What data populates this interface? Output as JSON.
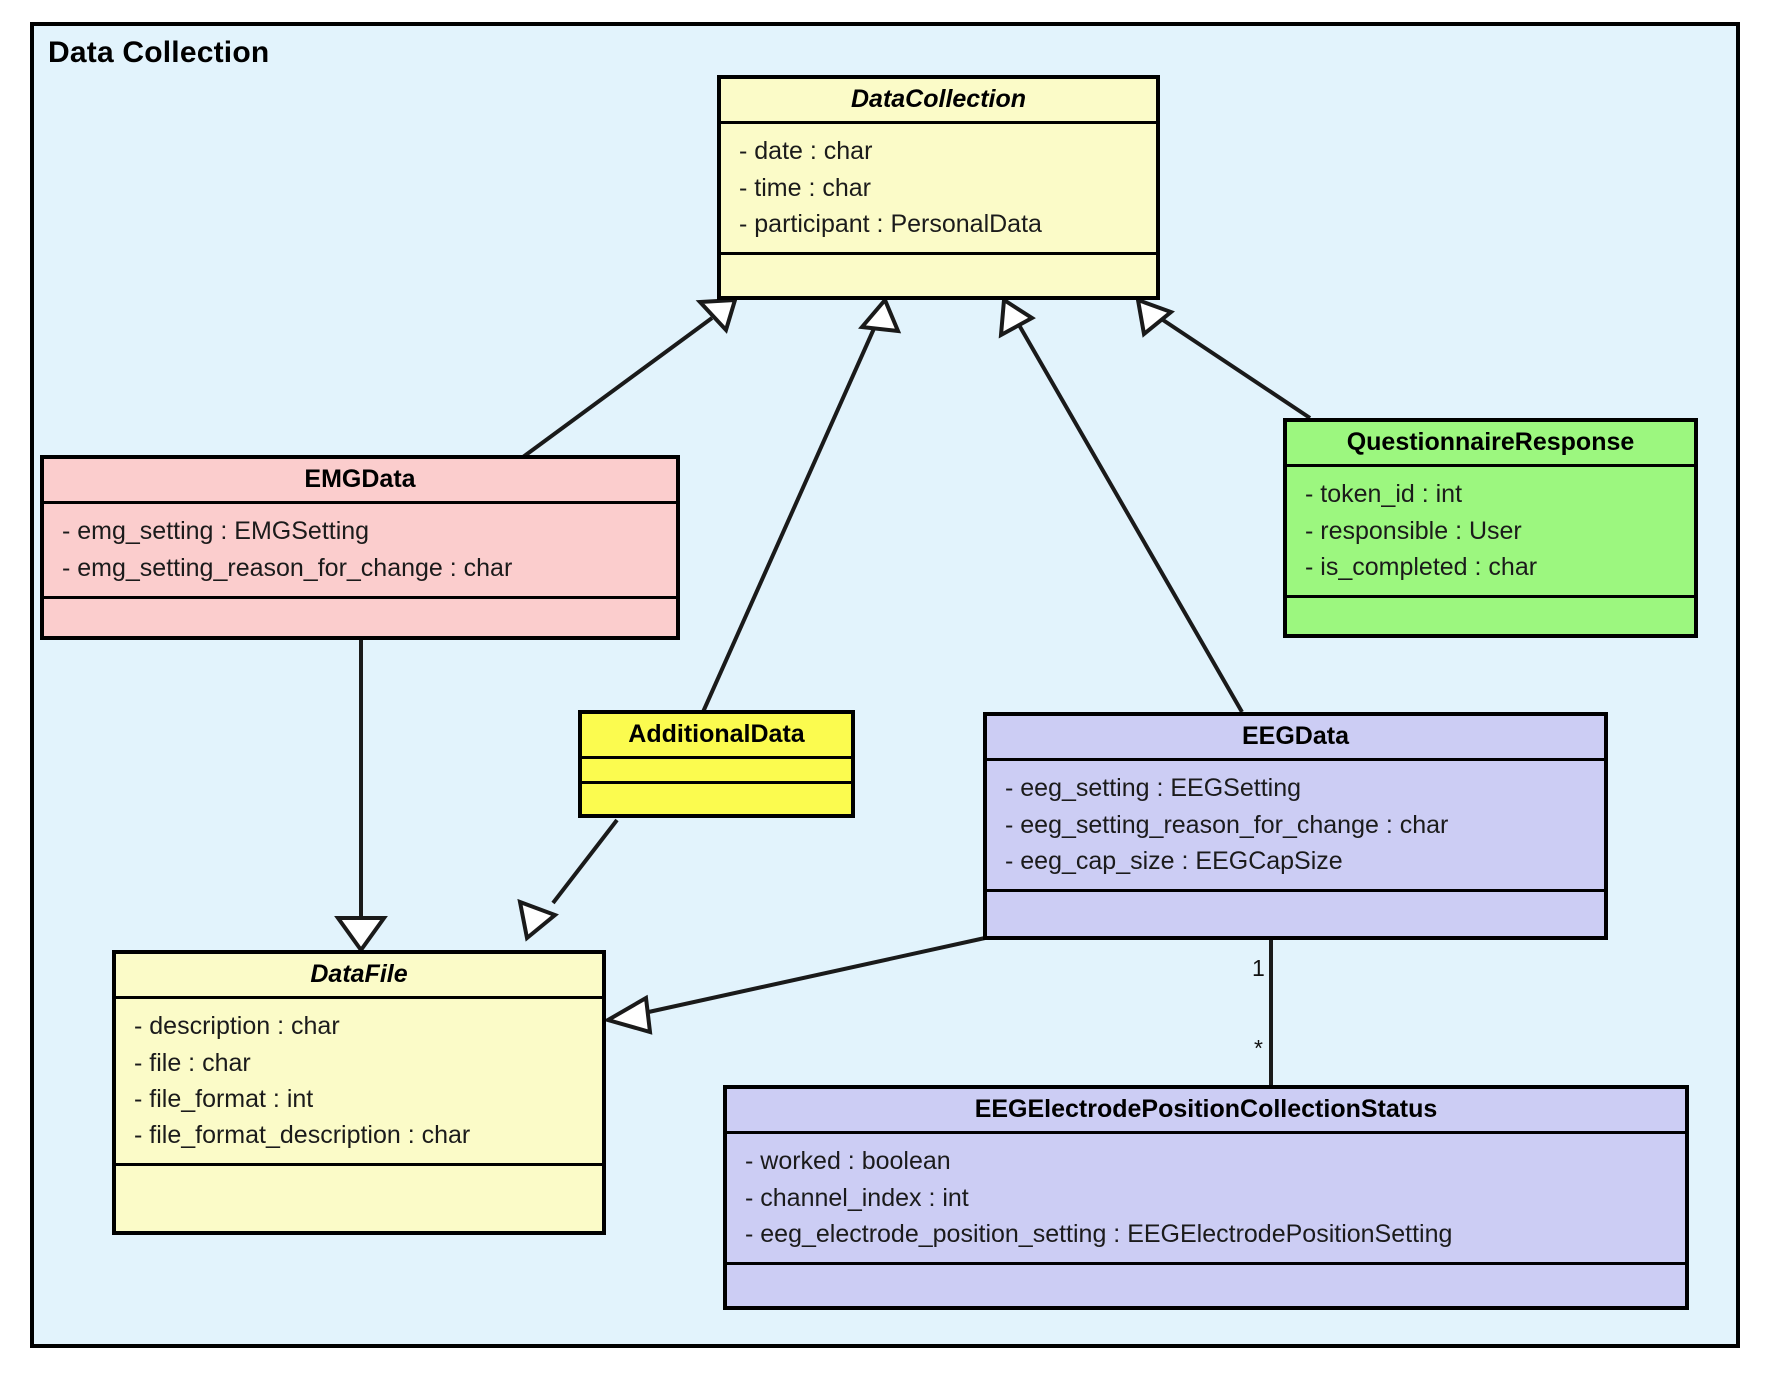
{
  "package": {
    "title": "Data Collection",
    "frame_color": "#e2f3fc",
    "border_color": "#000000"
  },
  "diagram": {
    "type": "uml-class-diagram",
    "classes": [
      {
        "id": "DataCollection",
        "name": "DataCollection",
        "abstract": true,
        "fill": "#fbfbc8",
        "attributes": [
          "- date : char",
          "- time : char",
          "- participant : PersonalData"
        ],
        "operations": []
      },
      {
        "id": "EMGData",
        "name": "EMGData",
        "abstract": false,
        "fill": "#fbcdcd",
        "attributes": [
          "- emg_setting : EMGSetting",
          "- emg_setting_reason_for_change : char"
        ],
        "operations": []
      },
      {
        "id": "QuestionnaireResponse",
        "name": "QuestionnaireResponse",
        "abstract": false,
        "fill": "#9cf77f",
        "attributes": [
          "- token_id : int",
          "- responsible : User",
          "- is_completed : char"
        ],
        "operations": []
      },
      {
        "id": "AdditionalData",
        "name": "AdditionalData",
        "abstract": false,
        "fill": "#fbfb4f",
        "attributes": [],
        "operations": []
      },
      {
        "id": "EEGData",
        "name": "EEGData",
        "abstract": false,
        "fill": "#cccdf4",
        "attributes": [
          "- eeg_setting : EEGSetting",
          "- eeg_setting_reason_for_change : char",
          "- eeg_cap_size : EEGCapSize"
        ],
        "operations": []
      },
      {
        "id": "DataFile",
        "name": "DataFile",
        "abstract": true,
        "fill": "#fbfbc8",
        "attributes": [
          "- description : char",
          "- file : char",
          "- file_format : int",
          "- file_format_description : char"
        ],
        "operations": []
      },
      {
        "id": "EEGElectrodePositionCollectionStatus",
        "name": "EEGElectrodePositionCollectionStatus",
        "abstract": false,
        "fill": "#cccdf4",
        "attributes": [
          "- worked : boolean",
          "- channel_index : int",
          "- eeg_electrode_position_setting : EEGElectrodePositionSetting"
        ],
        "operations": []
      }
    ],
    "relations": [
      {
        "kind": "generalization",
        "from": "EMGData",
        "to": "DataCollection"
      },
      {
        "kind": "generalization",
        "from": "AdditionalData",
        "to": "DataCollection"
      },
      {
        "kind": "generalization",
        "from": "EEGData",
        "to": "DataCollection"
      },
      {
        "kind": "generalization",
        "from": "QuestionnaireResponse",
        "to": "DataCollection"
      },
      {
        "kind": "generalization",
        "from": "EMGData",
        "to": "DataFile"
      },
      {
        "kind": "generalization",
        "from": "AdditionalData",
        "to": "DataFile"
      },
      {
        "kind": "generalization",
        "from": "EEGData",
        "to": "DataFile"
      },
      {
        "kind": "association",
        "from": "EEGData",
        "to": "EEGElectrodePositionCollectionStatus",
        "source_multiplicity": "1",
        "target_multiplicity": "*"
      }
    ]
  },
  "multiplicities": {
    "one": "1",
    "many": "*"
  }
}
